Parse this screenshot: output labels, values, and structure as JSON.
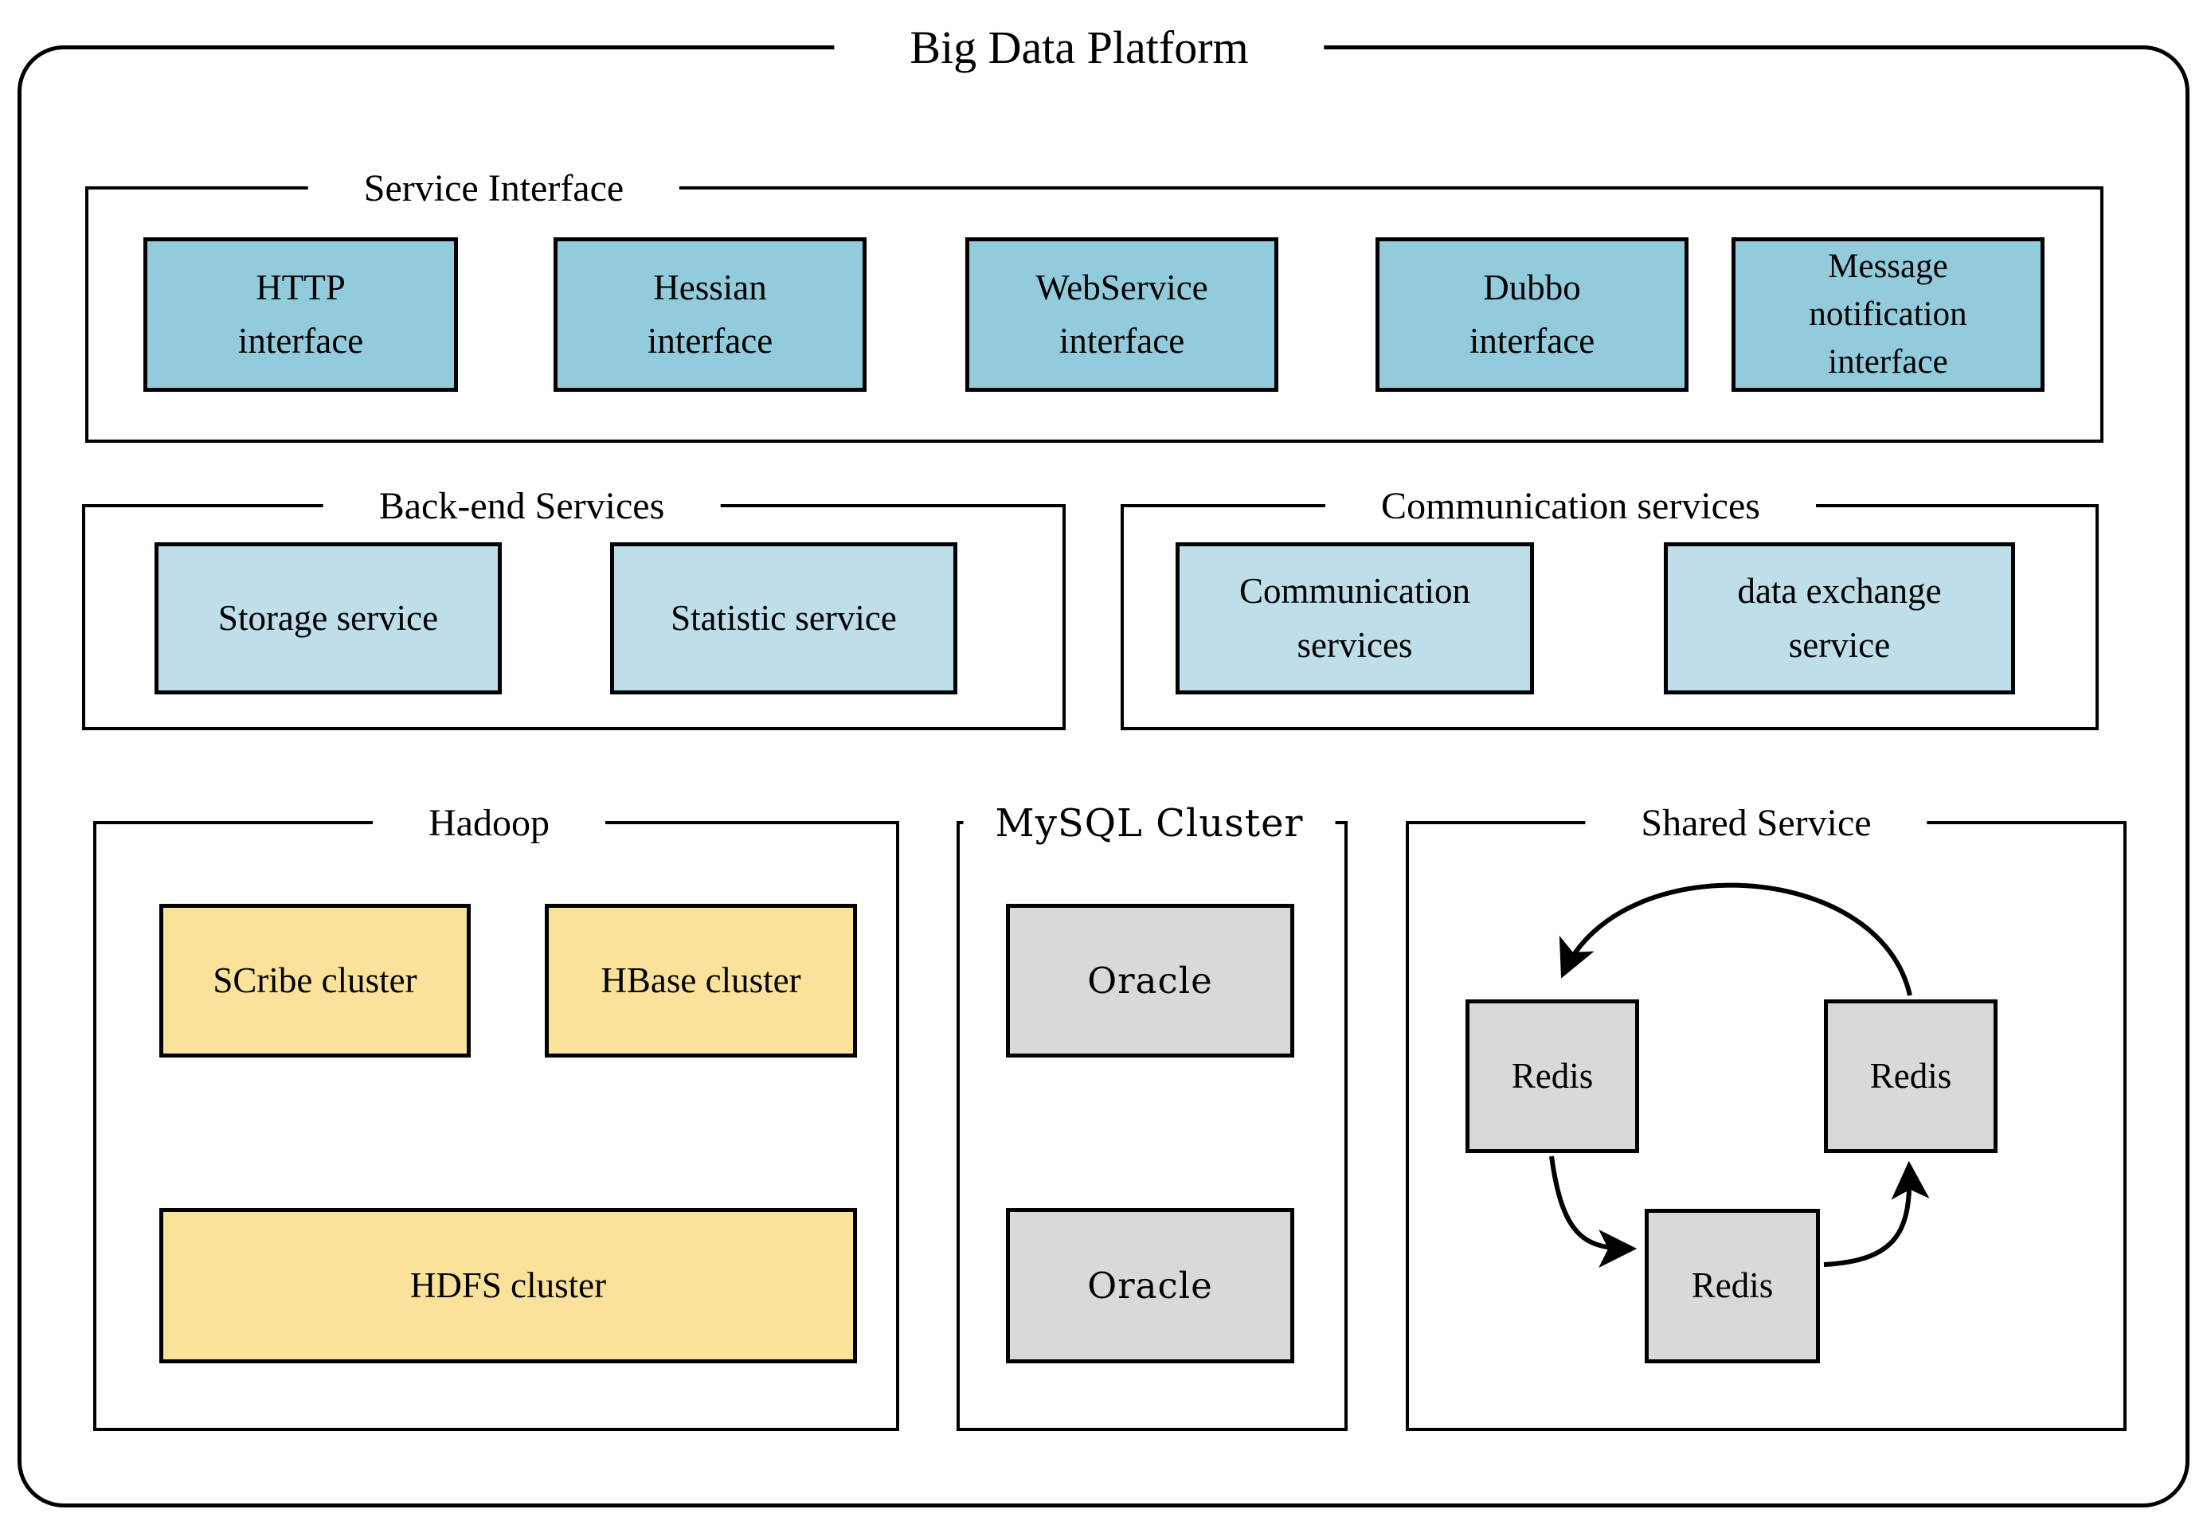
{
  "title": "Big Data Platform",
  "colors": {
    "background": "#FFFFFF",
    "border": "#000000",
    "service_box": "#92CBDB",
    "backend_box": "#BEDEE9",
    "hadoop_box": "#FAE29A",
    "db_box": "#D9D9D9"
  },
  "sections": {
    "service_interface": {
      "label": "Service Interface",
      "boxes": [
        "HTTP\ninterface",
        "Hessian\ninterface",
        "WebService\ninterface",
        "Dubbo\ninterface",
        "Message\nnotification\ninterface"
      ]
    },
    "backend_services": {
      "label": "Back-end Services",
      "boxes": [
        "Storage service",
        "Statistic service"
      ]
    },
    "communication_services": {
      "label": "Communication services",
      "boxes": [
        "Communication\nservices",
        "data exchange\nservice"
      ]
    },
    "hadoop": {
      "label": "Hadoop",
      "boxes": [
        "SCribe cluster",
        "HBase cluster",
        "HDFS cluster"
      ]
    },
    "mysql_cluster": {
      "label": "MySQL Cluster",
      "boxes": [
        "Oracle",
        "Oracle"
      ]
    },
    "shared_service": {
      "label": "Shared Service",
      "nodes": [
        "Redis",
        "Redis",
        "Redis"
      ]
    }
  }
}
